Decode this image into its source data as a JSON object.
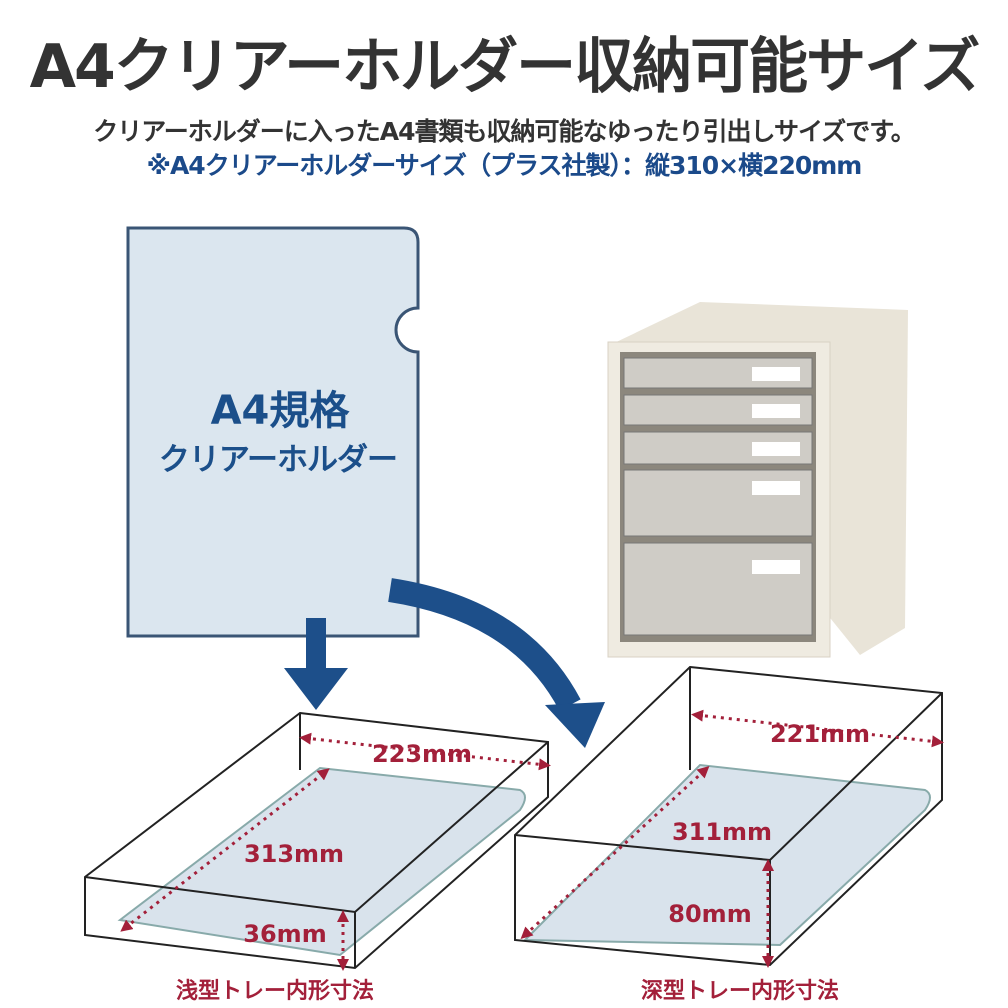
{
  "title": "A4クリアーホルダー収納可能サイズ",
  "subtitle": "クリアーホルダーに入ったA4書類も収納可能なゆったり引出しサイズです。",
  "note": "※A4クリアーホルダーサイズ（プラス社製）：縦310×横220mm",
  "holder": {
    "line1": "A4規格",
    "line2": "クリアーホルダー"
  },
  "shallow_tray": {
    "width": "223mm",
    "depth": "313mm",
    "height": "36mm",
    "caption": "浅型トレー内形寸法"
  },
  "deep_tray": {
    "width": "221mm",
    "depth": "311mm",
    "height": "80mm",
    "caption": "深型トレー内形寸法"
  },
  "colors": {
    "text": "#333333",
    "blue": "#1b4a8a",
    "red": "#a3203a",
    "holder": "#dbe6ef"
  }
}
